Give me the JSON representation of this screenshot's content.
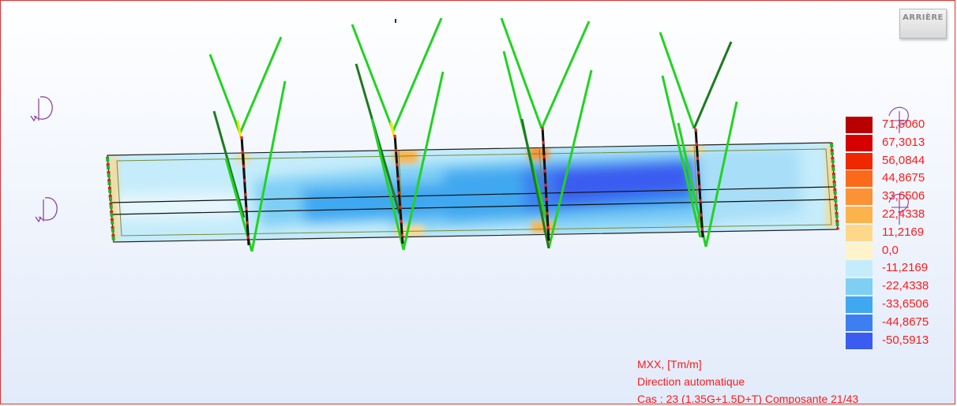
{
  "viewcube": {
    "label": "ARRIÈRE"
  },
  "legend": {
    "entries": [
      {
        "value": "71,5060",
        "color": "#b80000"
      },
      {
        "value": "67,3013",
        "color": "#d60000"
      },
      {
        "value": "56,0844",
        "color": "#f02800"
      },
      {
        "value": "44,8675",
        "color": "#fb6a1a"
      },
      {
        "value": "33,6506",
        "color": "#fb9236"
      },
      {
        "value": "22,4338",
        "color": "#fcb34c"
      },
      {
        "value": "11,2169",
        "color": "#fdd88a"
      },
      {
        "value": "0,0",
        "color": "#fff3cc"
      },
      {
        "value": "-11,2169",
        "color": "#c5ecfb"
      },
      {
        "value": "-22,4338",
        "color": "#7fcff5"
      },
      {
        "value": "-33,6506",
        "color": "#40a8f0"
      },
      {
        "value": "-44,8675",
        "color": "#3d7ff0"
      },
      {
        "value": "-50,5913",
        "color": "#3a5cf0"
      }
    ]
  },
  "info": {
    "quantity": "MXX, [Tm/m]",
    "direction": "Direction automatique",
    "load_case": "Cas : 23 (1.35G+1.5D+T) Composante 21/43"
  },
  "colors": {
    "struts": "#22d322",
    "struts_dark": "#1f7a1f",
    "frame": "#e03030",
    "text": "#ff1a1a"
  }
}
